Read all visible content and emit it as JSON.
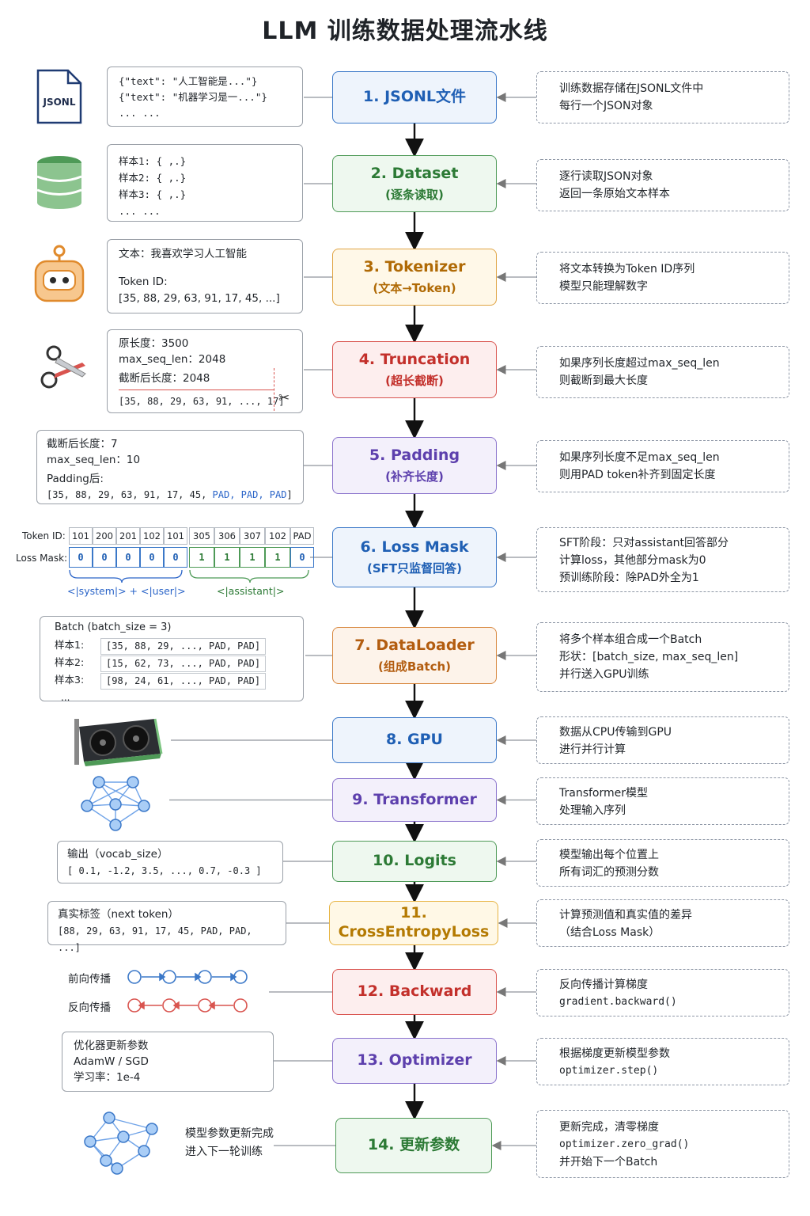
{
  "title": "LLM 训练数据处理流水线",
  "stages": [
    {
      "title": "1. JSONL文件",
      "sub": ""
    },
    {
      "title": "2. Dataset",
      "sub": "(逐条读取)"
    },
    {
      "title": "3. Tokenizer",
      "sub": "(文本→Token)"
    },
    {
      "title": "4. Truncation",
      "sub": "(超长截断)"
    },
    {
      "title": "5. Padding",
      "sub": "(补齐长度)"
    },
    {
      "title": "6. Loss Mask",
      "sub": "(SFT只监督回答)"
    },
    {
      "title": "7. DataLoader",
      "sub": "(组成Batch)"
    },
    {
      "title": "8. GPU",
      "sub": ""
    },
    {
      "title": "9. Transformer",
      "sub": ""
    },
    {
      "title": "10. Logits",
      "sub": ""
    },
    {
      "title": "11. CrossEntropyLoss",
      "sub": ""
    },
    {
      "title": "12. Backward",
      "sub": ""
    },
    {
      "title": "13. Optimizer",
      "sub": ""
    },
    {
      "title": "14. 更新参数",
      "sub": ""
    }
  ],
  "descriptions": [
    [
      "训练数据存储在JSONL文件中",
      "每行一个JSON对象"
    ],
    [
      "逐行读取JSON对象",
      "返回一条原始文本样本"
    ],
    [
      "将文本转换为Token ID序列",
      "模型只能理解数字"
    ],
    [
      "如果序列长度超过max_seq_len",
      "则截断到最大长度"
    ],
    [
      "如果序列长度不足max_seq_len",
      "则用PAD token补齐到固定长度"
    ],
    [
      "SFT阶段：只对assistant回答部分",
      "计算loss，其他部分mask为0",
      "预训练阶段：除PAD外全为1"
    ],
    [
      "将多个样本组合成一个Batch",
      "形状：[batch_size, max_seq_len]",
      "并行送入GPU训练"
    ],
    [
      "数据从CPU传输到GPU",
      "进行并行计算"
    ],
    [
      "Transformer模型",
      "处理输入序列"
    ],
    [
      "模型输出每个位置上",
      "所有词汇的预测分数"
    ],
    [
      "计算预测值和真实值的差异",
      "（结合Loss Mask）"
    ],
    [
      "反向传播计算梯度",
      "gradient.backward()"
    ],
    [
      "根据梯度更新模型参数",
      "optimizer.step()"
    ],
    [
      "更新完成，清零梯度",
      "optimizer.zero_grad()",
      "并开始下一个Batch"
    ]
  ],
  "jsonl": {
    "icon_label": "JSONL",
    "lines": [
      "{\"text\": \"人工智能是...\"}",
      "{\"text\": \"机器学习是一...\"}",
      "... ..."
    ]
  },
  "dataset": {
    "lines": [
      "样本1: { ,.}",
      "样本2: { ,.}",
      "样本3: { ,.}",
      "... ..."
    ]
  },
  "tokenizer": {
    "text_line": "文本：我喜欢学习人工智能",
    "id_label": "Token ID:",
    "ids": "[35, 88, 29, 63, 91, 17, 45, ...]"
  },
  "truncation": {
    "orig": "原长度：3500",
    "max": "max_seq_len：2048",
    "after": "截断后长度：2048",
    "seq": "[35, 88, 29, 63, 91, ..., 17]"
  },
  "padding": {
    "after_len": "截断后长度：7",
    "max": "max_seq_len：10",
    "label": "Padding后:",
    "seq_head": "[35, 88, 29, 63, 91, 17, 45, ",
    "pads": "PAD, PAD, PAD",
    "seq_tail": "]"
  },
  "lossmask": {
    "token_label": "Token ID:",
    "mask_label": "Loss Mask:",
    "token_ids": [
      "101",
      "200",
      "201",
      "102",
      "101",
      "305",
      "306",
      "307",
      "102",
      "PAD"
    ],
    "mask": [
      "0",
      "0",
      "0",
      "0",
      "0",
      "1",
      "1",
      "1",
      "1",
      "0"
    ],
    "group1": "<|system|> + <|user|>",
    "group2": "<|assistant|>"
  },
  "dataloader": {
    "header": "Batch (batch_size = 3)",
    "rows": [
      {
        "label": "样本1:",
        "val": "[35, 88, 29, ..., PAD, PAD]"
      },
      {
        "label": "样本2:",
        "val": "[15, 62, 73, ..., PAD, PAD]"
      },
      {
        "label": "样本3:",
        "val": "[98, 24, 61, ..., PAD, PAD]"
      }
    ],
    "more": "..."
  },
  "logits": {
    "label": "输出（vocab_size）",
    "vals": "[ 0.1, -1.2, 3.5, ..., 0.7, -0.3 ]"
  },
  "ce": {
    "label": "真实标签（next token）",
    "vals": "[88, 29, 63, 91, 17, 45, PAD, PAD, ...]"
  },
  "backward": {
    "fwd": "前向传播",
    "bwd": "反向传播"
  },
  "optimizer": {
    "lines": [
      "优化器更新参数",
      "AdamW / SGD",
      "学习率：1e-4"
    ]
  },
  "update": {
    "lines": [
      "模型参数更新完成",
      "进入下一轮训练"
    ]
  },
  "colors": {
    "blue": "#3b78c8",
    "green": "#4e9a57",
    "orange": "#e0a443",
    "red": "#d9544f",
    "purple": "#8a72cc",
    "ochre": "#d88840",
    "yellow": "#e7b443",
    "pad": "#2a64c8"
  }
}
